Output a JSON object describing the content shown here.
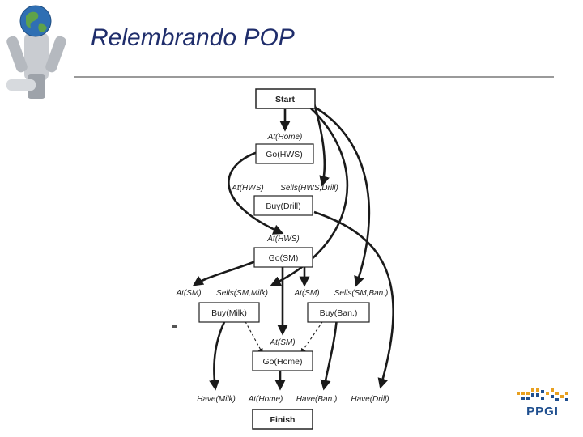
{
  "slide": {
    "title": "Relembrando POP"
  },
  "diagram": {
    "nodes": {
      "start": "Start",
      "go_hws": "Go(HWS)",
      "buy_drill": "Buy(Drill)",
      "go_sm": "Go(SM)",
      "buy_milk": "Buy(Milk)",
      "buy_ban": "Buy(Ban.)",
      "go_home": "Go(Home)",
      "finish": "Finish"
    },
    "conditions": {
      "at_home": "At(Home)",
      "at_hws_1": "At(HWS)",
      "sells_hws_drill": "Sells(HWS,Drill)",
      "at_hws_2": "At(HWS)",
      "at_sm_milk": "At(SM)",
      "sells_sm_milk": "Sells(SM,Milk)",
      "at_sm_ban": "At(SM)",
      "sells_sm_ban": "Sells(SM,Ban.)",
      "at_sm_home": "At(SM)",
      "have_milk": "Have(Milk)",
      "at_home_final": "At(Home)",
      "have_ban": "Have(Ban.)",
      "have_drill": "Have(Drill)"
    }
  },
  "logos": {
    "ppgi": "PPGI"
  },
  "colors": {
    "title": "#1f2d6b",
    "rule": "#9a9a9a",
    "ppgi_blue": "#1f4f8f",
    "ppgi_orange": "#e8a020"
  }
}
